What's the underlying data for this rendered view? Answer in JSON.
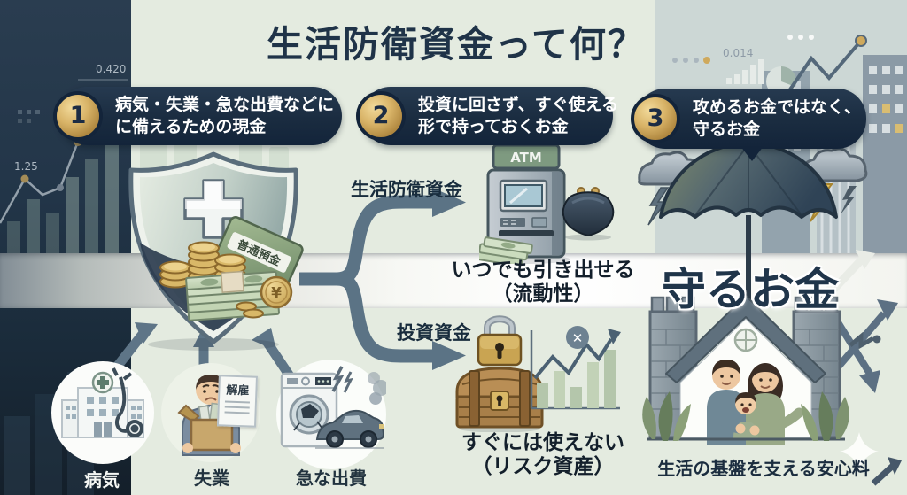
{
  "title": "生活防衛資金って何？",
  "points": [
    {
      "num": "1",
      "line1": "病気・失業・急な出費などに",
      "line2": "に備えるための現金"
    },
    {
      "num": "2",
      "line1": "投資に回さず、すぐ使える",
      "line2": "形で持っておくお金"
    },
    {
      "num": "3",
      "line1": "攻めるお金ではなく、",
      "line2": "守るお金"
    }
  ],
  "shield": {
    "passbook_label": "普通預金",
    "coin_symbol": "¥"
  },
  "flow": {
    "liquid_label": "生活防衛資金",
    "invest_label": "投資資金",
    "atm_sign": "ATM",
    "liquid_caption_1": "いつでも引き出せる",
    "liquid_caption_2": "（流動性）",
    "invest_caption_1": "すぐには使えない",
    "invest_caption_2": "（リスク資産）",
    "blocked_mark": "✕"
  },
  "protect": {
    "headline": "守るお金",
    "caption": "生活の基盤を支える安心料"
  },
  "causes": [
    {
      "label": "病気"
    },
    {
      "label": "失業",
      "paper": "解雇"
    },
    {
      "label": "急な出費"
    }
  ],
  "bg": {
    "left_value_1": "0.420",
    "left_value_2": "1.25",
    "right_value": "0.014"
  },
  "colors": {
    "navy": "#16283a",
    "gold": "#c9a45c",
    "sage": "#e4ebe0",
    "arrow": "#5b7385"
  }
}
